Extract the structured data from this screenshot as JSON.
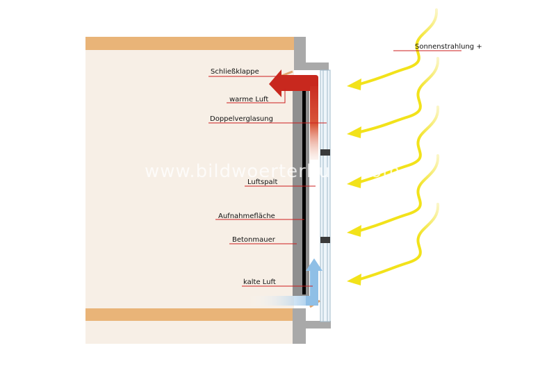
{
  "watermark": "www.bildwoerterbuch.com",
  "labels": {
    "sun": "Sonnenstrahlung +",
    "flap": "Schließklappe",
    "warm_air": "warme Luft",
    "double_glazing": "Doppelverglasung",
    "air_gap": "Luftspalt",
    "absorber": "Aufnahmefläche",
    "concrete_wall": "Betonmauer",
    "cold_air": "kalte Luft"
  },
  "colors": {
    "room": "#f7efe6",
    "slab": "#e9b478",
    "concrete": "#8f8f8f",
    "frame": "#a9a9a9",
    "absorber": "#000000",
    "warm_air": "#c8281e",
    "cold_air": "#8fbfe6",
    "sun_ray": "#f2e21a",
    "glass": "#c7dbe8",
    "leader": "#cc1e1e"
  },
  "icons": {
    "sun_ray": "sun-ray-icon",
    "warm_arrow": "warm-air-arrow-icon",
    "cold_arrow": "cold-air-arrow-icon"
  }
}
